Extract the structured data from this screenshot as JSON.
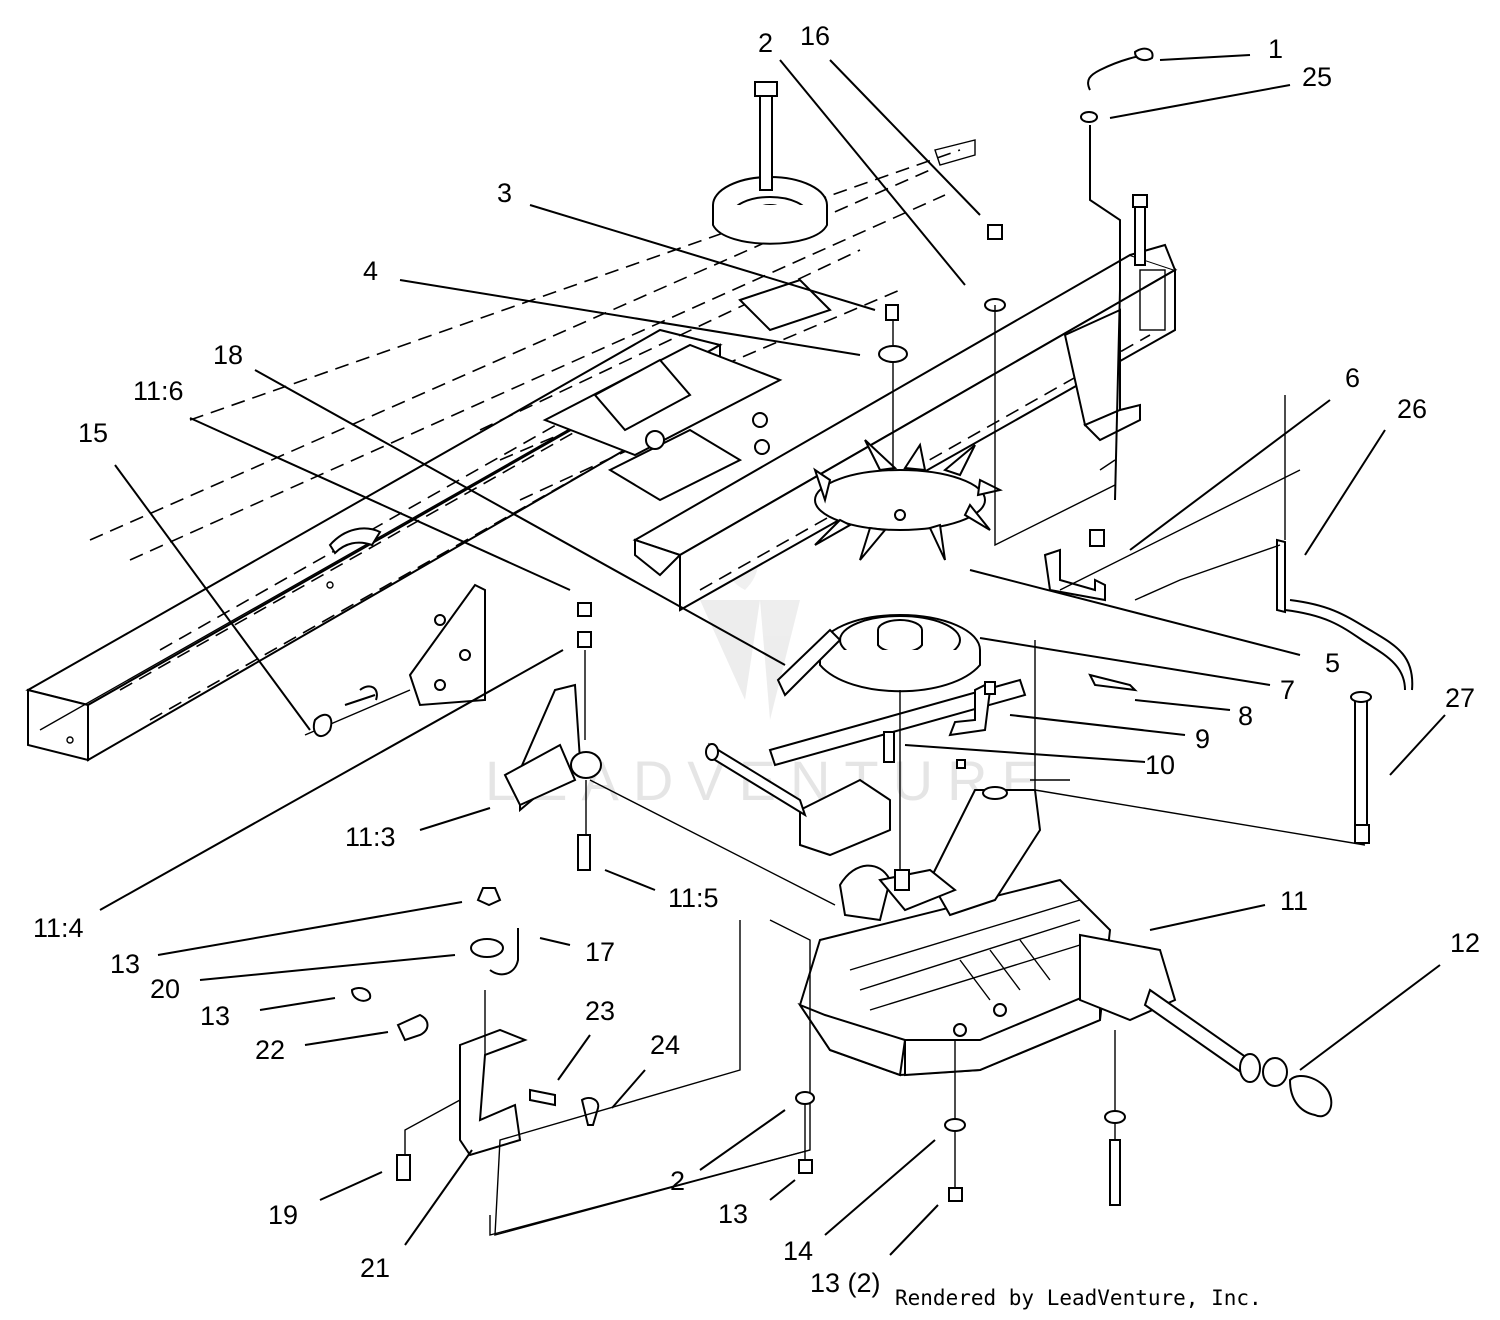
{
  "callouts": [
    {
      "id": "1",
      "text": "1"
    },
    {
      "id": "25",
      "text": "25"
    },
    {
      "id": "2a",
      "text": "2"
    },
    {
      "id": "16",
      "text": "16"
    },
    {
      "id": "3",
      "text": "3"
    },
    {
      "id": "4",
      "text": "4"
    },
    {
      "id": "18",
      "text": "18"
    },
    {
      "id": "11-6",
      "text": "11:6"
    },
    {
      "id": "15",
      "text": "15"
    },
    {
      "id": "6",
      "text": "6"
    },
    {
      "id": "26",
      "text": "26"
    },
    {
      "id": "5",
      "text": "5"
    },
    {
      "id": "7",
      "text": "7"
    },
    {
      "id": "8",
      "text": "8"
    },
    {
      "id": "9",
      "text": "9"
    },
    {
      "id": "10",
      "text": "10"
    },
    {
      "id": "27",
      "text": "27"
    },
    {
      "id": "11-3",
      "text": "11:3"
    },
    {
      "id": "11-4",
      "text": "11:4"
    },
    {
      "id": "11-5",
      "text": "11:5"
    },
    {
      "id": "11",
      "text": "11"
    },
    {
      "id": "12",
      "text": "12"
    },
    {
      "id": "13a",
      "text": "13"
    },
    {
      "id": "17",
      "text": "17"
    },
    {
      "id": "20",
      "text": "20"
    },
    {
      "id": "13b",
      "text": "13"
    },
    {
      "id": "23",
      "text": "23"
    },
    {
      "id": "24",
      "text": "24"
    },
    {
      "id": "22",
      "text": "22"
    },
    {
      "id": "2b",
      "text": "2"
    },
    {
      "id": "13c",
      "text": "13"
    },
    {
      "id": "14",
      "text": "14"
    },
    {
      "id": "19",
      "text": "19"
    },
    {
      "id": "21",
      "text": "21"
    },
    {
      "id": "13d",
      "text": "13 (2)"
    }
  ],
  "credit": "Rendered by LeadVenture, Inc.",
  "watermark": "LEADVENTURE"
}
